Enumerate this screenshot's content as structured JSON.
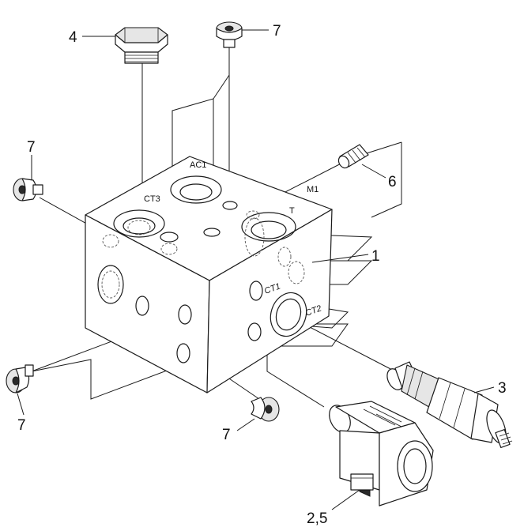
{
  "callouts": {
    "c_plug_top": "4",
    "c_screw_top": "7",
    "c_screw_left": "7",
    "c_pin": "6",
    "c_block": "1",
    "c_cartridge": "3",
    "c_screw_bottom_left": "7",
    "c_screw_bottom": "7",
    "c_solenoid": "2,5"
  },
  "port_labels": {
    "ac1": "AC1",
    "ct3": "CT3",
    "m1": "M1",
    "t": "T",
    "ct1": "CT1",
    "ct2": "CT2"
  },
  "colors": {
    "line": "#1a1a1a",
    "background": "#ffffff",
    "shade": "#e6e6e6"
  }
}
